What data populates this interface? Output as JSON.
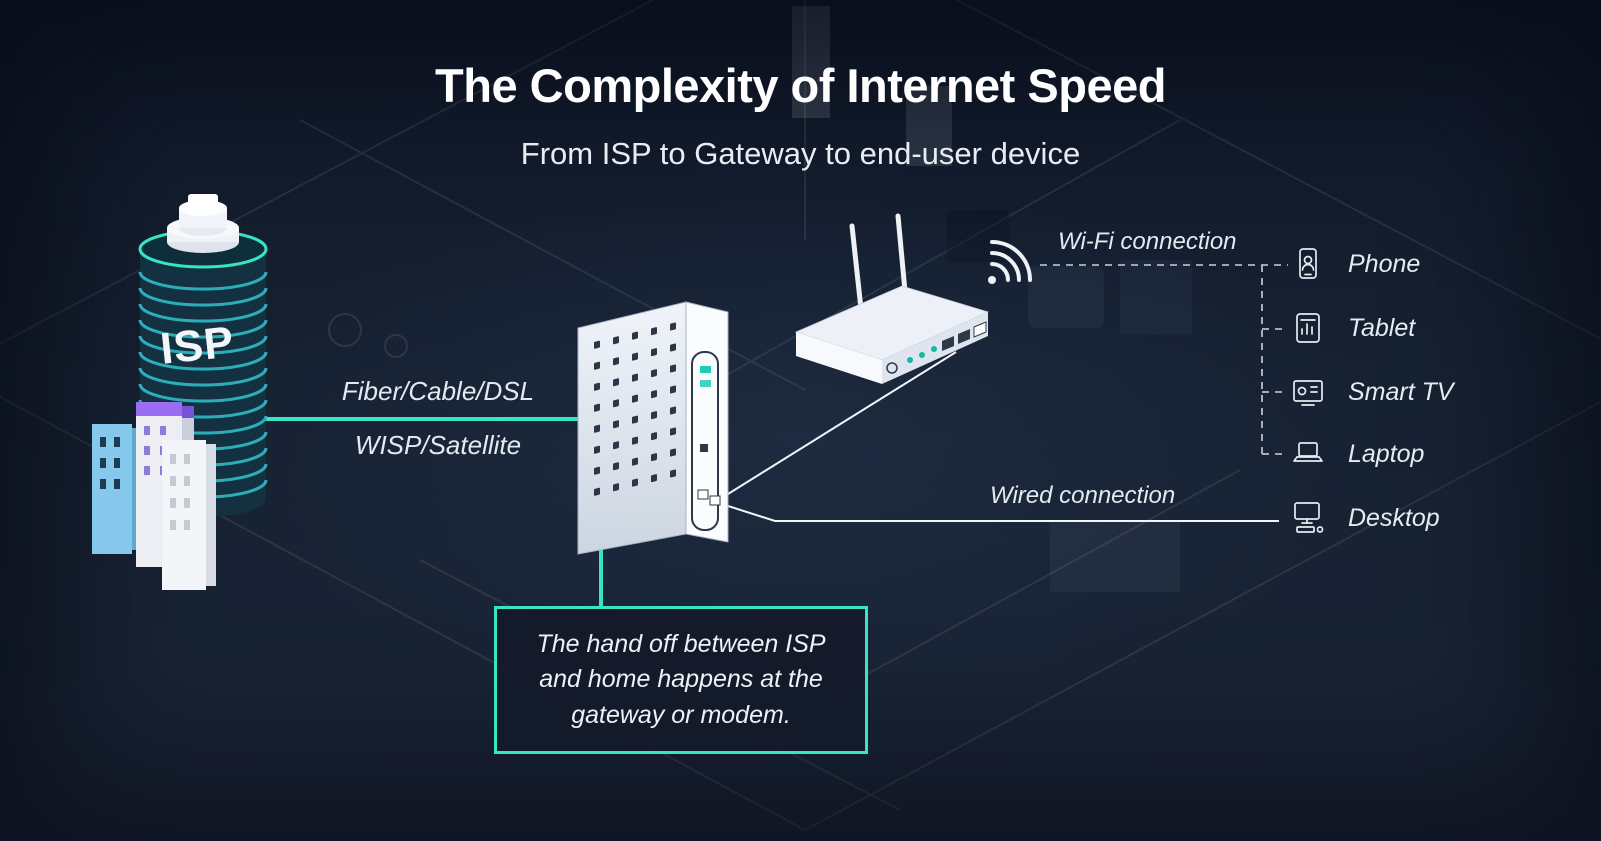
{
  "header": {
    "title": "The Complexity of Internet Speed",
    "subtitle": "From ISP to Gateway to end-user device"
  },
  "isp": {
    "label": "ISP"
  },
  "links": {
    "isp_line_top": "Fiber/Cable/DSL",
    "isp_line_bottom": "WISP/Satellite",
    "wifi": "Wi-Fi connection",
    "wired": "Wired connection"
  },
  "devices": [
    {
      "label": "Phone",
      "icon": "phone-icon"
    },
    {
      "label": "Tablet",
      "icon": "tablet-icon"
    },
    {
      "label": "Smart TV",
      "icon": "smart-tv-icon"
    },
    {
      "label": "Laptop",
      "icon": "laptop-icon"
    },
    {
      "label": "Desktop",
      "icon": "desktop-icon"
    }
  ],
  "callout": {
    "text": "The hand off between ISP and home happens at the gateway or modem."
  },
  "colors": {
    "accent": "#35e5c6",
    "background": "#131b2b",
    "stripe": "#2dbdc6",
    "text": "#ffffff"
  }
}
